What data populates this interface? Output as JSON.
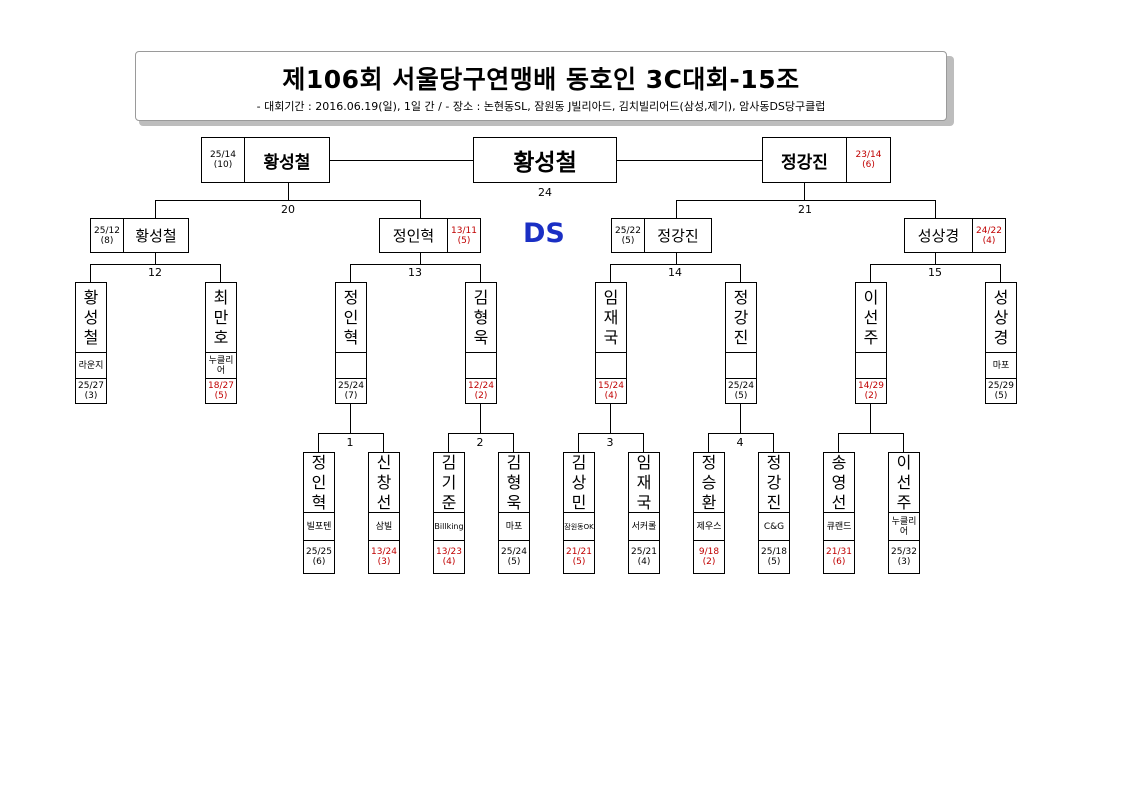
{
  "header": {
    "title": "제106회 서울당구연맹배 동호인 3C대회-15조",
    "subtitle": "- 대회기간 : 2016.06.19(일), 1일 간 / - 장소 : 논현동SL, 잠원동 J빌리아드, 김치빌리어드(삼성,제기), 암사동DS당구클럽"
  },
  "ds_label": "DS",
  "colors": {
    "loss": "#c00000",
    "ds": "#1a2fc4"
  },
  "winner": {
    "name": "황성철",
    "match": "24"
  },
  "finalists": {
    "left": {
      "name": "황성철",
      "score": "25/14",
      "innings": "(10)"
    },
    "right": {
      "name": "정강진",
      "score": "23/14",
      "innings": "(6)"
    }
  },
  "semi_matches": {
    "left": "20",
    "right": "21"
  },
  "semis": [
    {
      "name": "황성철",
      "score": "25/12",
      "innings": "(8)"
    },
    {
      "name": "정인혁",
      "score": "13/11",
      "innings": "(5)"
    },
    {
      "name": "정강진",
      "score": "25/22",
      "innings": "(5)"
    },
    {
      "name": "성상경",
      "score": "24/22",
      "innings": "(4)"
    }
  ],
  "quarter_matches": [
    "12",
    "13",
    "14",
    "15"
  ],
  "round2": [
    {
      "name": [
        "황",
        "성",
        "철"
      ],
      "club": "라운지",
      "score": "25/27",
      "innings": "(3)"
    },
    {
      "name": [
        "최",
        "만",
        "호"
      ],
      "club": "누클리어",
      "score": "18/27",
      "innings": "(5)"
    },
    {
      "name": [
        "정",
        "인",
        "혁"
      ],
      "club": "",
      "score": "25/24",
      "innings": "(7)"
    },
    {
      "name": [
        "김",
        "형",
        "욱"
      ],
      "club": "",
      "score": "12/24",
      "innings": "(2)"
    },
    {
      "name": [
        "임",
        "재",
        "국"
      ],
      "club": "",
      "score": "15/24",
      "innings": "(4)"
    },
    {
      "name": [
        "정",
        "강",
        "진"
      ],
      "club": "",
      "score": "25/24",
      "innings": "(5)"
    },
    {
      "name": [
        "이",
        "선",
        "주"
      ],
      "club": "",
      "score": "14/29",
      "innings": "(2)"
    },
    {
      "name": [
        "성",
        "상",
        "경"
      ],
      "club": "마포",
      "score": "25/29",
      "innings": "(5)"
    }
  ],
  "first_matches": [
    "1",
    "2",
    "3",
    "4"
  ],
  "round1": [
    {
      "name": [
        "정",
        "인",
        "혁"
      ],
      "club": "빌포텐",
      "score": "25/25",
      "innings": "(6)"
    },
    {
      "name": [
        "신",
        "창",
        "선"
      ],
      "club": "삼빌",
      "score": "13/24",
      "innings": "(3)"
    },
    {
      "name": [
        "김",
        "기",
        "준"
      ],
      "club": "Billking",
      "score": "13/23",
      "innings": "(4)"
    },
    {
      "name": [
        "김",
        "형",
        "욱"
      ],
      "club": "마포",
      "score": "25/24",
      "innings": "(5)"
    },
    {
      "name": [
        "김",
        "상",
        "민"
      ],
      "club": "잠원동OK",
      "score": "21/21",
      "innings": "(5)"
    },
    {
      "name": [
        "임",
        "재",
        "국"
      ],
      "club": "서커롤",
      "score": "25/21",
      "innings": "(4)"
    },
    {
      "name": [
        "정",
        "승",
        "환"
      ],
      "club": "제우스",
      "score": "9/18",
      "innings": "(2)"
    },
    {
      "name": [
        "정",
        "강",
        "진"
      ],
      "club": "C&G",
      "score": "25/18",
      "innings": "(5)"
    },
    {
      "name": [
        "송",
        "영",
        "선"
      ],
      "club": "큐랜드",
      "score": "21/31",
      "innings": "(6)"
    },
    {
      "name": [
        "이",
        "선",
        "주"
      ],
      "club": "누클리어",
      "score": "25/32",
      "innings": "(3)"
    }
  ]
}
